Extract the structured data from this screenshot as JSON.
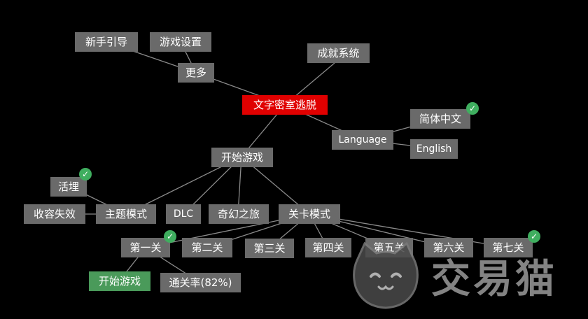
{
  "nodes": {
    "root": "文字密室逃脱",
    "achievements": "成就系统",
    "more": "更多",
    "tutorial": "新手引导",
    "settings": "游戏设置",
    "language": "Language",
    "simplified_chinese": "简体中文",
    "english": "English",
    "start_game": "开始游戏",
    "huoli": "活埋",
    "shourong": "收容失效",
    "theme_mode": "主题模式",
    "dlc": "DLC",
    "fantasy_trip": "奇幻之旅",
    "level_mode": "关卡模式",
    "level_1": "第一关",
    "level_2": "第二关",
    "level_3": "第三关",
    "level_4": "第四关",
    "level_5": "第五关",
    "level_6": "第六关",
    "level_7": "第七关",
    "level_start": "开始游戏",
    "clear_rate": "通关率(82%)"
  },
  "checkmark_icon": "check-circle-icon",
  "watermark": {
    "text": "交易猫",
    "icon": "cat-face-icon"
  },
  "colors": {
    "root": "#e00000",
    "node": "#6a6a6a",
    "start": "#4a9a5a",
    "check": "#3fae5f",
    "line": "#8a8a8a"
  }
}
